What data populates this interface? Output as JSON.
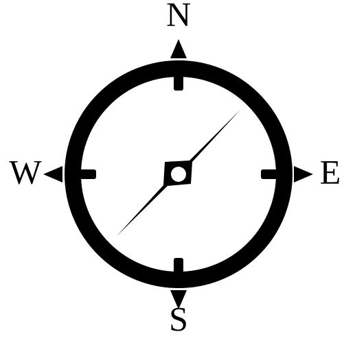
{
  "colors": {
    "ink": "#000000",
    "background": "#ffffff"
  },
  "icon": "compass-icon",
  "labels": {
    "north": "N",
    "east": "E",
    "south": "S",
    "west": "W"
  }
}
